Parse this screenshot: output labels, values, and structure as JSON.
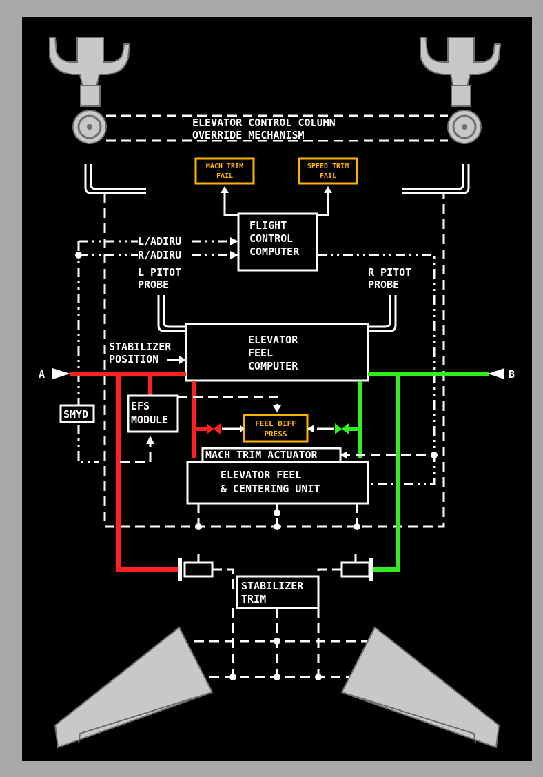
{
  "labels": {
    "override_line1": "ELEVATOR CONTROL COLUMN",
    "override_line2": "OVERRIDE MECHANISM",
    "mach_trim_fail_1": "MACH TRIM",
    "mach_trim_fail_2": "FAIL",
    "speed_trim_fail_1": "SPEED TRIM",
    "speed_trim_fail_2": "FAIL",
    "fcc_1": "FLIGHT",
    "fcc_2": "CONTROL",
    "fcc_3": "COMPUTER",
    "l_adiru": "L/ADIRU",
    "r_adiru": "R/ADIRU",
    "l_pitot_1": "L PITOT",
    "l_pitot_2": "PROBE",
    "r_pitot_1": "R PITOT",
    "r_pitot_2": "PROBE",
    "stab_pos_1": "STABILIZER",
    "stab_pos_2": "POSITION",
    "efc_1": "ELEVATOR",
    "efc_2": "FEEL",
    "efc_3": "COMPUTER",
    "hyd_a": "A",
    "hyd_b": "B",
    "smyd": "SMYD",
    "efs_1": "EFS",
    "efs_2": "MODULE",
    "feel_diff_1": "FEEL DIFF",
    "feel_diff_2": "PRESS",
    "mach_trim_actuator": "MACH TRIM ACTUATOR",
    "feel_unit_1": "ELEVATOR FEEL",
    "feel_unit_2": "& CENTERING UNIT",
    "stab_trim_1": "STABILIZER",
    "stab_trim_2": "TRIM"
  },
  "colors": {
    "background": "#000000",
    "frame": "#a9a9a9",
    "annunciator": "#ffb300",
    "hydraulic_a": "#ff2020",
    "hydraulic_b": "#30ee20",
    "control_surface": "#c8c8c8"
  }
}
